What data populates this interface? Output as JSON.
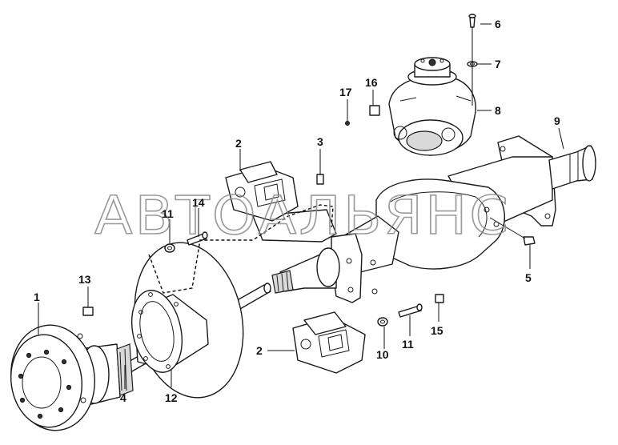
{
  "watermark": "АВТОАЛЬЯНС",
  "callouts": {
    "c1": "1",
    "c2_top": "2",
    "c2_bottom": "2",
    "c3": "3",
    "c4": "4",
    "c5": "5",
    "c6": "6",
    "c7": "7",
    "c8": "8",
    "c9": "9",
    "c10": "10",
    "c11_top": "11",
    "c11_bottom": "11",
    "c12": "12",
    "c13": "13",
    "c14": "14",
    "c15": "15",
    "c16": "16",
    "c17": "17"
  }
}
